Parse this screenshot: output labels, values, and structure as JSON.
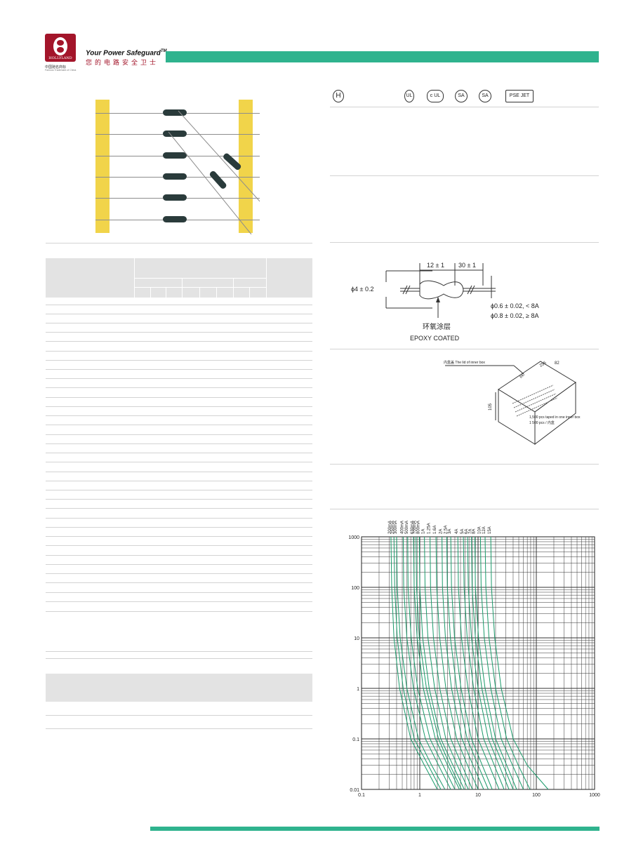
{
  "header": {
    "logo_text": "HOLLYLAND",
    "tagline": "Your Power Safeguard",
    "tagline_tm": "TM",
    "tagline_cn": "您的电路安全卫士",
    "logo_cn": "中国驰名商标",
    "logo_en": "Famous Trademark of China",
    "accent_color": "#2fb38e",
    "brand_color": "#a3152a"
  },
  "certifications": {
    "icons": [
      "h-mark-icon",
      "ul-icon",
      "cul-icon",
      "csa-icon",
      "csa-us-icon",
      "pse-jet-icon"
    ],
    "labels": [
      "H",
      "UL",
      "c UL",
      "SA",
      "SA",
      "PSE JET"
    ]
  },
  "dimension_drawing": {
    "diameter_label": "ϕ4 ± 0.2",
    "body_length": "12 ± 1",
    "lead_length": "30 ± 1",
    "lead_small": "ϕ0.6 ± 0.02, < 8A",
    "lead_large": "ϕ0.8 ± 0.02, ≥ 8A",
    "coating_cn": "环氧涂层",
    "coating_en": "EPOXY COATED"
  },
  "packaging": {
    "lid_label": "内盒盖 The lid of inner box",
    "dim_length": "256",
    "dim_width": "82",
    "dim_height": "105",
    "dim_tape": "ĐĐ",
    "qty_en": "1,500 pcs taped in one inner box",
    "qty_cn": "1 500 pcs / 内盒"
  },
  "chart_data": {
    "type": "line",
    "title": "",
    "xlabel": "",
    "ylabel": "",
    "xscale": "log",
    "yscale": "log",
    "xlim": [
      0.1,
      1000
    ],
    "ylim": [
      0.01,
      1000
    ],
    "x_ticks": [
      "0.1",
      "1",
      "10",
      "100",
      "1000"
    ],
    "y_ticks": [
      "1000",
      "100",
      "10",
      "1",
      "0.1",
      "0.01"
    ],
    "series_color": "#1a9a6a",
    "series_labels": [
      "200mA",
      "250mA",
      "300mA",
      "400mA",
      "500mA",
      "630mA",
      "700mA",
      "800mA",
      "1A",
      "1.25A",
      "1.6A",
      "2A",
      "2.5A",
      "3A",
      "4A",
      "5A",
      "6A",
      "7A",
      "8A",
      "10A",
      "12A",
      "15A"
    ],
    "series": [
      {
        "name": "200mA",
        "x": [
          0.32,
          0.33,
          0.36,
          0.45,
          0.7,
          1.2,
          2.0
        ],
        "y": [
          1000,
          100,
          10,
          1,
          0.1,
          0.03,
          0.01
        ]
      },
      {
        "name": "250mA",
        "x": [
          0.36,
          0.37,
          0.41,
          0.52,
          0.8,
          1.4,
          2.3
        ],
        "y": [
          1000,
          100,
          10,
          1,
          0.1,
          0.03,
          0.01
        ]
      },
      {
        "name": "300mA",
        "x": [
          0.4,
          0.41,
          0.46,
          0.6,
          0.95,
          1.6,
          2.7
        ],
        "y": [
          1000,
          100,
          10,
          1,
          0.1,
          0.03,
          0.01
        ]
      },
      {
        "name": "400mA",
        "x": [
          0.52,
          0.53,
          0.6,
          0.78,
          1.25,
          2.1,
          3.4
        ],
        "y": [
          1000,
          100,
          10,
          1,
          0.1,
          0.03,
          0.01
        ]
      },
      {
        "name": "500mA",
        "x": [
          0.62,
          0.63,
          0.71,
          0.92,
          1.5,
          2.5,
          4.0
        ],
        "y": [
          1000,
          100,
          10,
          1,
          0.1,
          0.03,
          0.01
        ]
      },
      {
        "name": "630mA",
        "x": [
          0.78,
          0.8,
          0.9,
          1.15,
          1.85,
          3.0,
          4.8
        ],
        "y": [
          1000,
          100,
          10,
          1,
          0.1,
          0.03,
          0.01
        ]
      },
      {
        "name": "700mA",
        "x": [
          0.86,
          0.88,
          0.98,
          1.3,
          2.1,
          3.3,
          5.2
        ],
        "y": [
          1000,
          100,
          10,
          1,
          0.1,
          0.03,
          0.01
        ]
      },
      {
        "name": "800mA",
        "x": [
          0.98,
          1.0,
          1.12,
          1.45,
          2.3,
          3.7,
          5.8
        ],
        "y": [
          1000,
          100,
          10,
          1,
          0.1,
          0.03,
          0.01
        ]
      },
      {
        "name": "1A",
        "x": [
          1.2,
          1.23,
          1.38,
          1.8,
          2.8,
          4.4,
          6.8
        ],
        "y": [
          1000,
          100,
          10,
          1,
          0.1,
          0.03,
          0.01
        ]
      },
      {
        "name": "1.25A",
        "x": [
          1.5,
          1.53,
          1.72,
          2.2,
          3.4,
          5.3,
          8.0
        ],
        "y": [
          1000,
          100,
          10,
          1,
          0.1,
          0.03,
          0.01
        ]
      },
      {
        "name": "1.6A",
        "x": [
          1.9,
          1.95,
          2.2,
          2.8,
          4.3,
          6.6,
          10
        ],
        "y": [
          1000,
          100,
          10,
          1,
          0.1,
          0.03,
          0.01
        ]
      },
      {
        "name": "2A",
        "x": [
          2.4,
          2.45,
          2.75,
          3.5,
          5.3,
          8.2,
          12.5
        ],
        "y": [
          1000,
          100,
          10,
          1,
          0.1,
          0.03,
          0.01
        ]
      },
      {
        "name": "2.5A",
        "x": [
          2.9,
          2.97,
          3.35,
          4.3,
          6.5,
          10,
          15
        ],
        "y": [
          1000,
          100,
          10,
          1,
          0.1,
          0.03,
          0.01
        ]
      },
      {
        "name": "3A",
        "x": [
          3.4,
          3.5,
          3.95,
          5.1,
          7.7,
          11.8,
          17.5
        ],
        "y": [
          1000,
          100,
          10,
          1,
          0.1,
          0.03,
          0.01
        ]
      },
      {
        "name": "4A",
        "x": [
          4.5,
          4.6,
          5.2,
          6.7,
          10,
          15.5,
          23
        ],
        "y": [
          1000,
          100,
          10,
          1,
          0.1,
          0.03,
          0.01
        ]
      },
      {
        "name": "5A",
        "x": [
          5.6,
          5.75,
          6.5,
          8.4,
          12.5,
          19,
          28
        ],
        "y": [
          1000,
          100,
          10,
          1,
          0.1,
          0.03,
          0.01
        ]
      },
      {
        "name": "6A",
        "x": [
          6.6,
          6.8,
          7.7,
          10,
          15,
          23,
          34
        ],
        "y": [
          1000,
          100,
          10,
          1,
          0.1,
          0.03,
          0.01
        ]
      },
      {
        "name": "7A",
        "x": [
          7.7,
          7.9,
          9.0,
          11.6,
          17.5,
          27,
          40
        ],
        "y": [
          1000,
          100,
          10,
          1,
          0.1,
          0.03,
          0.01
        ]
      },
      {
        "name": "8A",
        "x": [
          8.8,
          9.0,
          10.2,
          13.2,
          20,
          31,
          46
        ],
        "y": [
          1000,
          100,
          10,
          1,
          0.1,
          0.03,
          0.01
        ]
      },
      {
        "name": "10A",
        "x": [
          11,
          11.3,
          12.8,
          16.5,
          25,
          39,
          60
        ],
        "y": [
          1000,
          100,
          10,
          1,
          0.1,
          0.03,
          0.01
        ]
      },
      {
        "name": "12A",
        "x": [
          13.2,
          13.6,
          15.4,
          20,
          31,
          49,
          78
        ],
        "y": [
          1000,
          100,
          10,
          1,
          0.1,
          0.03,
          0.01
        ]
      },
      {
        "name": "15A",
        "x": [
          16.5,
          17,
          19.3,
          25,
          40,
          70,
          160
        ],
        "y": [
          1000,
          100,
          10,
          1,
          0.1,
          0.03,
          0.01
        ]
      }
    ]
  }
}
